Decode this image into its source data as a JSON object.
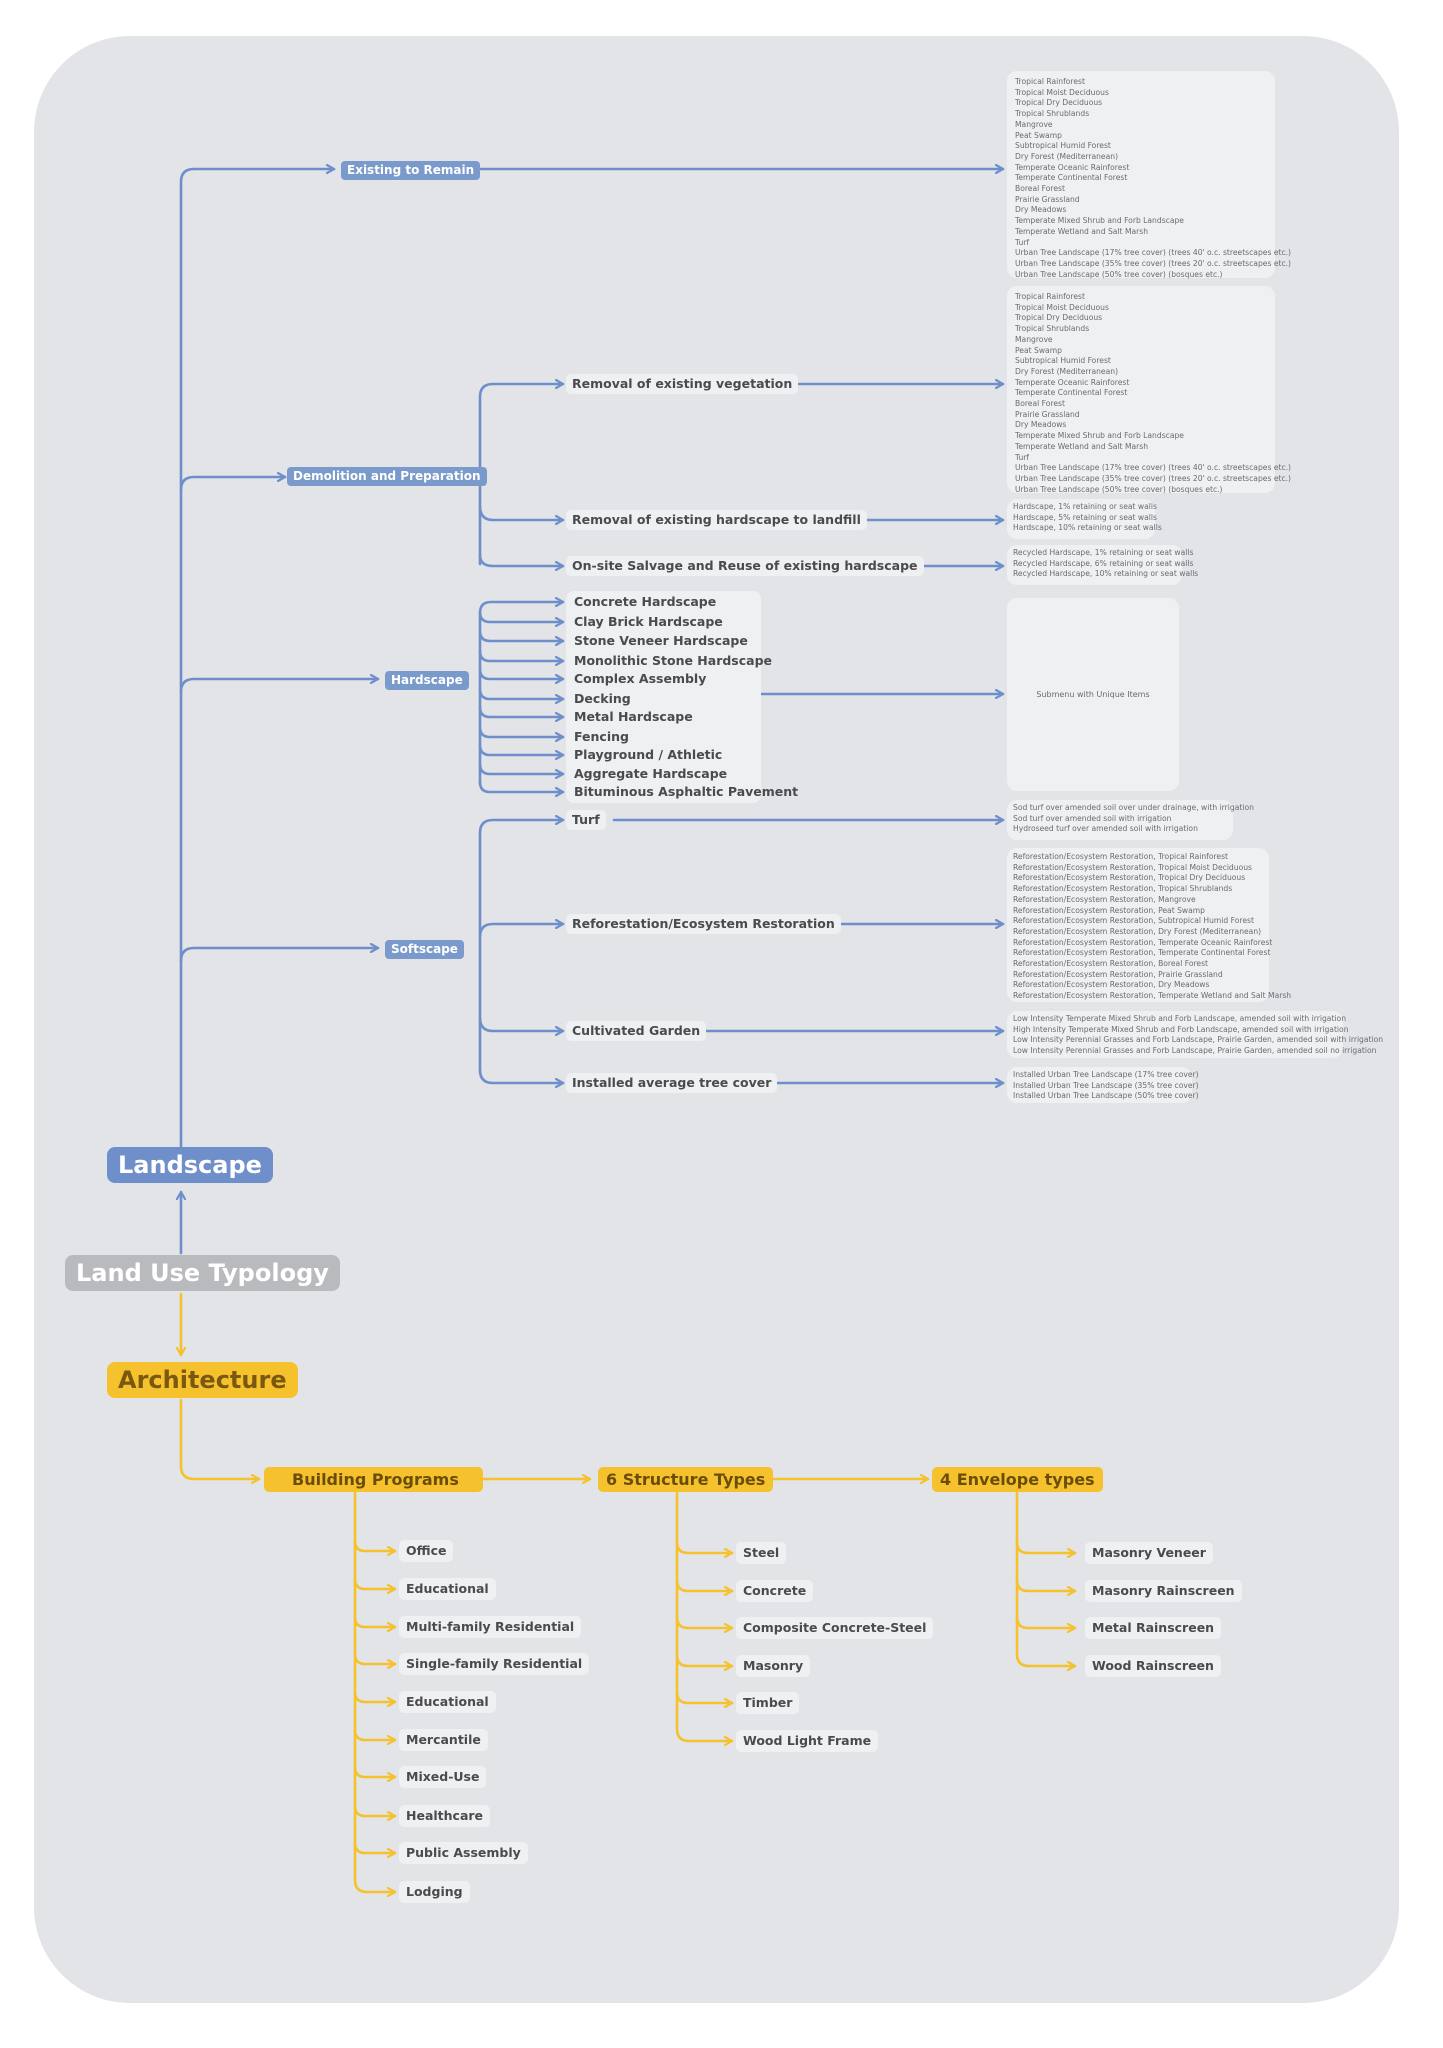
{
  "colors": {
    "blue": "#6f8fcb",
    "yellow": "#f5c22e",
    "gray": "#b9babd",
    "panel": "#e2e4e8"
  },
  "roots": {
    "landscape": "Landscape",
    "land_use": "Land Use Typology",
    "architecture": "Architecture"
  },
  "landscape": {
    "existing_to_remain": {
      "label": "Existing to Remain",
      "options": [
        "Tropical Rainforest",
        "Tropical Moist Deciduous",
        "Tropical Dry Deciduous",
        "Tropical Shrublands",
        "Mangrove",
        "Peat Swamp",
        "Subtropical Humid Forest",
        "Dry Forest (Mediterranean)",
        "Temperate Oceanic Rainforest",
        "Temperate Continental Forest",
        "Boreal Forest",
        "Prairie Grassland",
        "Dry Meadows",
        "Temperate Mixed Shrub and Forb Landscape",
        "Temperate Wetland and Salt Marsh",
        "Turf",
        "Urban Tree Landscape (17% tree cover) (trees 40' o.c. streetscapes etc.)",
        "Urban Tree Landscape (35% tree cover) (trees 20' o.c. streetscapes etc.)",
        "Urban Tree Landscape (50% tree cover) (bosques etc.)"
      ]
    },
    "demolition": {
      "label": "Demolition and Preparation",
      "removal_vegetation": {
        "label": "Removal of existing vegetation",
        "options": [
          "Tropical Rainforest",
          "Tropical Moist Deciduous",
          "Tropical Dry Deciduous",
          "Tropical Shrublands",
          "Mangrove",
          "Peat Swamp",
          "Subtropical Humid Forest",
          "Dry Forest (Mediterranean)",
          "Temperate Oceanic Rainforest",
          "Temperate Continental Forest",
          "Boreal Forest",
          "Prairie Grassland",
          "Dry Meadows",
          "Temperate Mixed Shrub and Forb Landscape",
          "Temperate Wetland and Salt Marsh",
          "Turf",
          "Urban Tree Landscape (17% tree cover) (trees 40' o.c. streetscapes etc.)",
          "Urban Tree Landscape (35% tree cover) (trees 20' o.c. streetscapes etc.)",
          "Urban Tree Landscape (50% tree cover) (bosques etc.)"
        ]
      },
      "removal_hardscape": {
        "label": "Removal of existing hardscape to landfill",
        "options": [
          "Hardscape, 1% retaining or seat walls",
          "Hardscape, 5% retaining or seat walls",
          "Hardscape, 10% retaining or seat walls"
        ]
      },
      "salvage": {
        "label": "On-site Salvage and Reuse of existing hardscape",
        "options": [
          "Recycled Hardscape, 1% retaining or seat walls",
          "Recycled Hardscape, 6% retaining or seat walls",
          "Recycled Hardscape, 10% retaining or seat walls"
        ]
      }
    },
    "hardscape": {
      "label": "Hardscape",
      "items": [
        "Concrete Hardscape",
        "Clay Brick Hardscape",
        "Stone Veneer Hardscape",
        "Monolithic Stone Hardscape",
        "Complex Assembly",
        "Decking",
        "Metal Hardscape",
        "Fencing",
        "Playground / Athletic",
        "Aggregate Hardscape",
        "Bituminous Asphaltic Pavement"
      ],
      "submenu": "Submenu with Unique Items"
    },
    "softscape": {
      "label": "Softscape",
      "turf": {
        "label": "Turf",
        "options": [
          "Sod turf over amended soil over under drainage, with irrigation",
          "Sod turf over amended soil with irrigation",
          "Hydroseed turf over amended soil with irrigation"
        ]
      },
      "reforestation": {
        "label": "Reforestation/Ecosystem Restoration",
        "options": [
          "Reforestation/Ecosystem Restoration, Tropical Rainforest",
          "Reforestation/Ecosystem Restoration, Tropical Moist Deciduous",
          "Reforestation/Ecosystem Restoration, Tropical Dry Deciduous",
          "Reforestation/Ecosystem Restoration, Tropical Shrublands",
          "Reforestation/Ecosystem Restoration, Mangrove",
          "Reforestation/Ecosystem Restoration, Peat Swamp",
          "Reforestation/Ecosystem Restoration, Subtropical Humid Forest",
          "Reforestation/Ecosystem Restoration, Dry Forest (Mediterranean)",
          "Reforestation/Ecosystem Restoration, Temperate Oceanic Rainforest",
          "Reforestation/Ecosystem Restoration, Temperate Continental Forest",
          "Reforestation/Ecosystem Restoration, Boreal Forest",
          "Reforestation/Ecosystem Restoration, Prairie Grassland",
          "Reforestation/Ecosystem Restoration, Dry Meadows",
          "Reforestation/Ecosystem Restoration, Temperate Wetland and Salt Marsh"
        ]
      },
      "cultivated": {
        "label": "Cultivated Garden",
        "options": [
          "Low Intensity Temperate Mixed Shrub and Forb Landscape, amended soil with irrigation",
          "High Intensity Temperate Mixed Shrub and Forb Landscape, amended soil with irrigation",
          "Low Intensity Perennial Grasses and Forb Landscape, Prairie Garden, amended soil with irrigation",
          "Low Intensity Perennial Grasses and Forb Landscape, Prairie Garden, amended soil no irrigation"
        ]
      },
      "tree_cover": {
        "label": "Installed average tree cover",
        "options": [
          "Installed Urban Tree Landscape (17% tree cover)",
          "Installed Urban Tree Landscape (35% tree cover)",
          "Installed Urban Tree Landscape (50% tree cover)"
        ]
      }
    }
  },
  "architecture": {
    "programs": {
      "label": "Building Programs",
      "items": [
        "Office",
        "Educational",
        "Multi-family Residential",
        "Single-family Residential",
        "Educational",
        "Mercantile",
        "Mixed-Use",
        "Healthcare",
        "Public Assembly",
        "Lodging"
      ]
    },
    "structure": {
      "label": "6 Structure Types",
      "items": [
        "Steel",
        "Concrete",
        "Composite Concrete-Steel",
        "Masonry",
        "Timber",
        "Wood Light Frame"
      ]
    },
    "envelope": {
      "label": "4 Envelope types",
      "items": [
        "Masonry Veneer",
        "Masonry Rainscreen",
        "Metal Rainscreen",
        "Wood Rainscreen"
      ]
    }
  }
}
